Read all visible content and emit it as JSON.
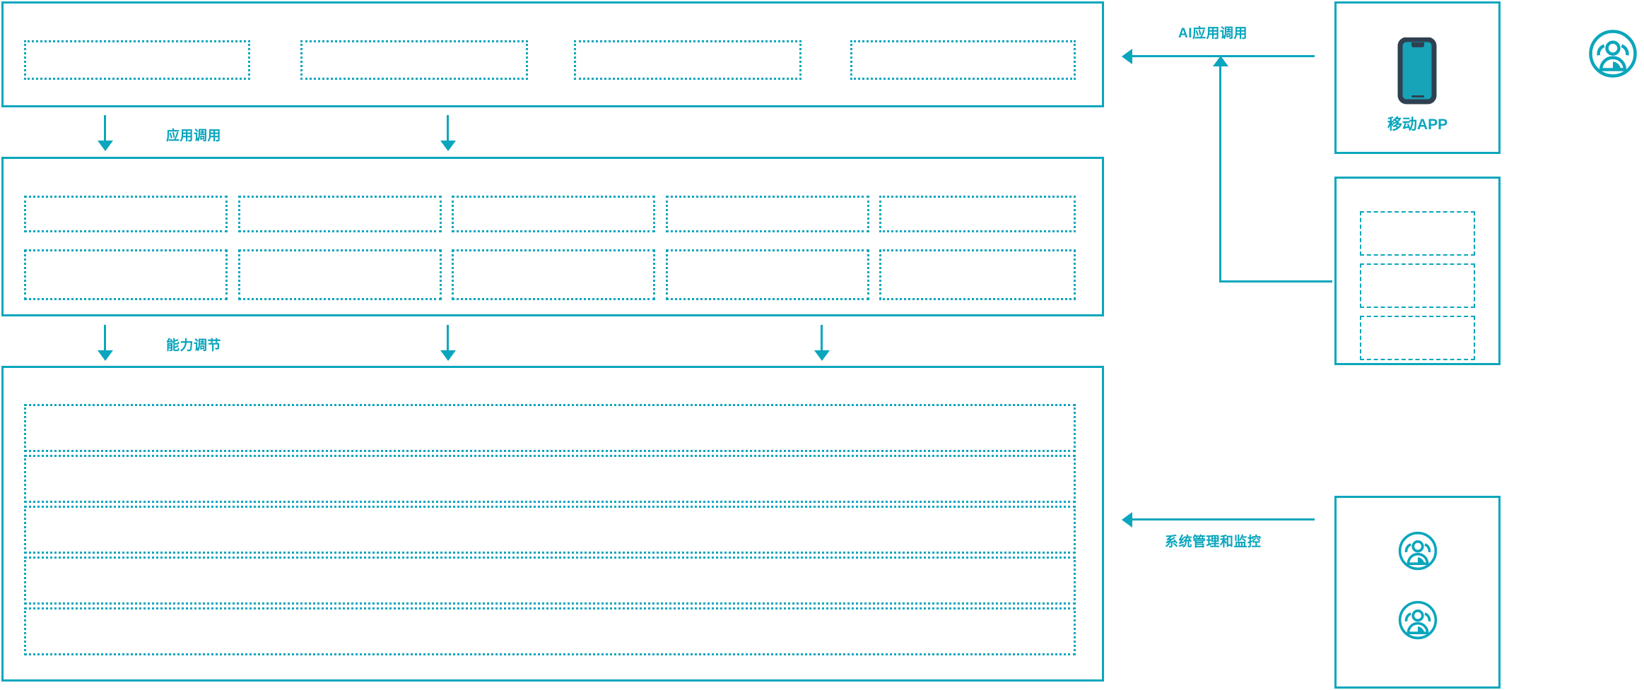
{
  "theme": {
    "accent": "#0aa6bd",
    "phone_body": "#2f4050",
    "phone_screen": "#17a3b8",
    "background": "#ffffff"
  },
  "diagram": {
    "type": "layered-architecture",
    "orientation": "vertical-stack-with-right-actors",
    "layers": [
      {
        "name": "application-layer",
        "rows": [
          {
            "boxes": [
              "",
              "",
              "",
              ""
            ]
          }
        ]
      },
      {
        "name": "capability-layer",
        "rows": [
          {
            "boxes": [
              "",
              "",
              "",
              "",
              ""
            ]
          },
          {
            "boxes": [
              "",
              "",
              "",
              "",
              ""
            ]
          }
        ]
      },
      {
        "name": "infrastructure-layer",
        "rows": [
          {
            "boxes": [
              ""
            ]
          },
          {
            "boxes": [
              ""
            ]
          },
          {
            "boxes": [
              ""
            ]
          },
          {
            "boxes": [
              ""
            ]
          },
          {
            "boxes": [
              ""
            ]
          }
        ]
      }
    ]
  },
  "flow_labels": {
    "app_invoke": "应用调用",
    "capability_adjust": "能力调节",
    "ai_app_invoke": "AI应用调用",
    "system_manage_monitor": "系统管理和监控"
  },
  "actors": {
    "mobile_app": {
      "label": "移动APP",
      "icon": "mobile-phone-icon"
    },
    "end_user": {
      "label": "",
      "icon": "user-group-circle-icon"
    },
    "service_panel": {
      "label": "",
      "items": [
        "",
        "",
        ""
      ]
    },
    "admin_panel": {
      "label": "",
      "icons": [
        "user-group-circle-icon",
        "user-group-circle-icon"
      ]
    }
  }
}
